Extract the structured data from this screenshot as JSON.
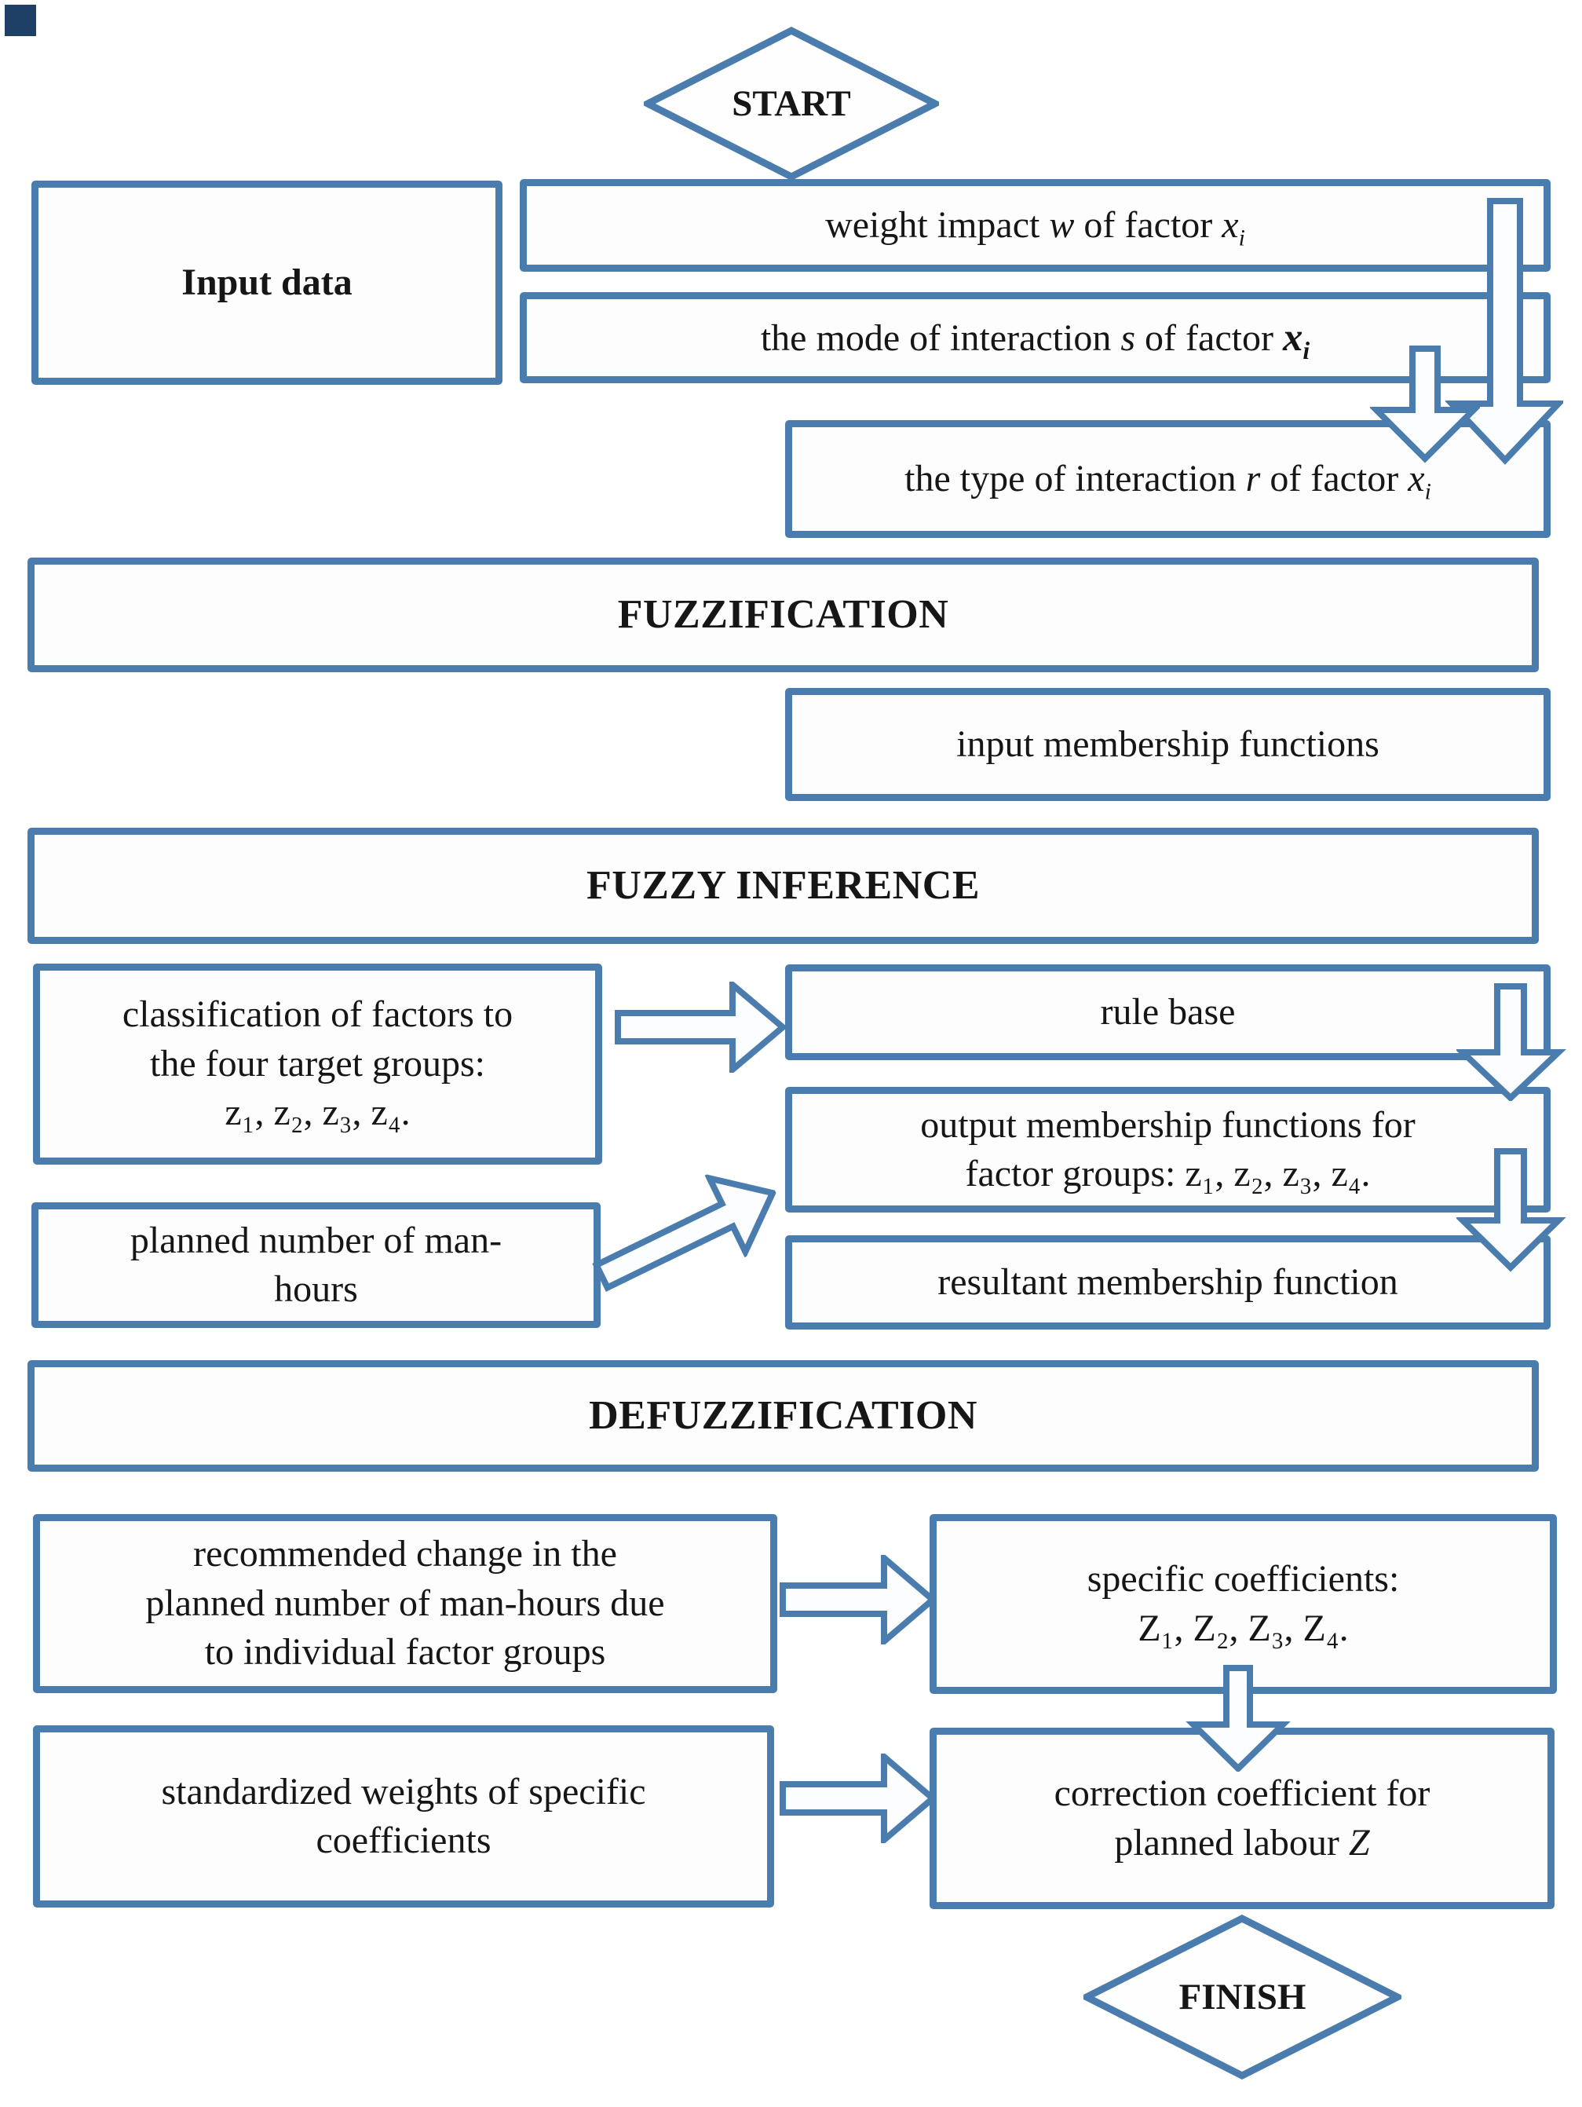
{
  "colors": {
    "border_blue": "#4a7cae",
    "text": "#161616",
    "background": "#ffffff",
    "corner_mark": "#1e3f66"
  },
  "nodes": {
    "start": "START",
    "finish": "FINISH",
    "input_data": "Input data",
    "weight_impact": {
      "t1": "weight impact ",
      "v1": "w",
      "t2": " of factor ",
      "v2": "x",
      "sub": "i"
    },
    "mode_interaction": {
      "t1": "the mode of interaction ",
      "v1": "s",
      "t2": " of factor ",
      "v2": "x",
      "sub": "i"
    },
    "type_interaction": {
      "t1": "the type of interaction ",
      "v1": "r",
      "t2": " of factor ",
      "v2": "x",
      "sub": "i"
    },
    "fuzzification": "FUZZIFICATION",
    "input_membership": "input membership functions",
    "fuzzy_inference": "FUZZY INFERENCE",
    "classification": {
      "lines": [
        "classification of factors to",
        "the four target  groups:",
        "z₁, z₂, z₃, z₄."
      ]
    },
    "rule_base": "rule base",
    "output_membership": {
      "lines": [
        "output membership functions for",
        "factor groups: z₁, z₂, z₃, z₄."
      ]
    },
    "planned_hours": {
      "lines": [
        "planned number of man-",
        "hours"
      ]
    },
    "resultant_membership": "resultant membership function",
    "defuzzification": "DEFUZZIFICATION",
    "recommended_change": {
      "lines": [
        "recommended change in the",
        "planned number of man-hours due",
        "to individual factor groups"
      ]
    },
    "specific_coefficients": {
      "lines": [
        "specific coefficients:",
        "Z₁, Z₂, Z₃, Z₄."
      ]
    },
    "standardized_weights": {
      "lines": [
        "standardized weights of specific",
        "coefficients"
      ]
    },
    "correction_coefficient": {
      "line1": "correction coefficient for",
      "line2": "planned labour ",
      "v": "Z"
    }
  }
}
